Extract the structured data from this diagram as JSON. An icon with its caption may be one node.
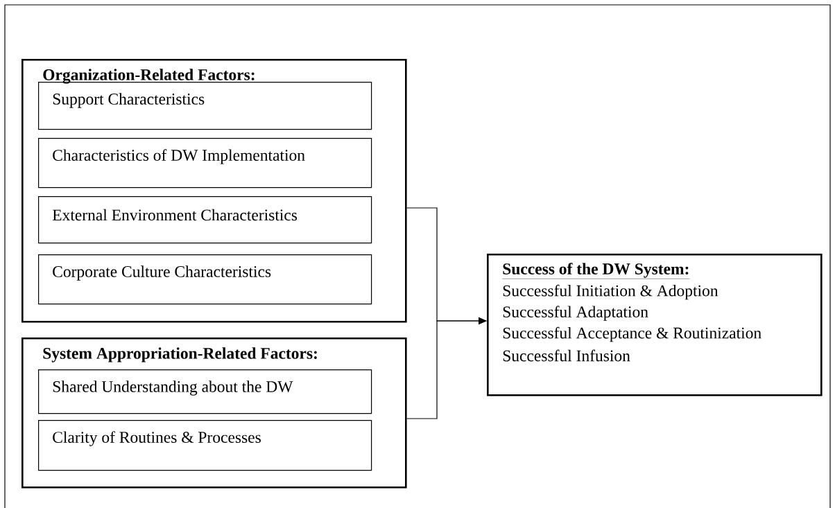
{
  "diagram": {
    "nodes": [
      {
        "text": [
          "Organization-Related Factors:"
        ]
      },
      {
        "text": [
          "Support Characteristics"
        ],
        "in": 0
      },
      {
        "text": [
          "Characteristics of DW Implementation"
        ],
        "in": 0
      },
      {
        "text": [
          "External Environment Characteristics"
        ],
        "in": 0
      },
      {
        "text": [
          "Corporate Culture Characteristics"
        ],
        "in": 0
      },
      {
        "text": [
          "System Appropriation-Related Factors:"
        ]
      },
      {
        "text": [
          "Shared Understanding about the DW"
        ],
        "in": 5
      },
      {
        "text": [
          "Clarity of Routines & Processes"
        ],
        "in": 5
      },
      {
        "text": [
          "Success of the DW System:",
          "Successful Initiation & Adoption",
          "Successful Adaptation",
          "Successful Acceptance & Routinization",
          "Successful Infusion"
        ]
      }
    ],
    "edges": [
      {
        "from": 0,
        "to": 8,
        "arrow": "to"
      },
      {
        "from": 5,
        "to": 8,
        "arrow": "to"
      }
    ]
  }
}
